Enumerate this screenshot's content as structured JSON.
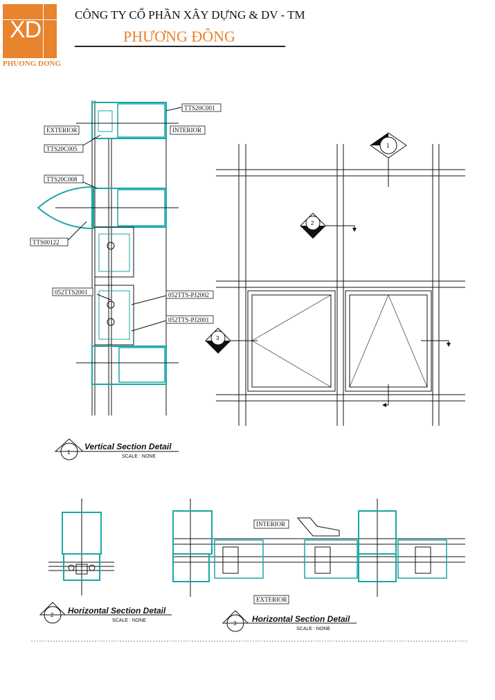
{
  "header": {
    "logo_text": "XD",
    "logo_subtitle": "PHUONG DONG",
    "company_line": "CÔNG TY CỔ PHẦN XÂY DỰNG & DV - TM",
    "brand_name": "PHƯƠNG ĐÔNG",
    "brand_color": "#e8832e"
  },
  "vertical_section": {
    "labels": {
      "tts20c001": "TTS20C001",
      "exterior": "EXTERIOR",
      "interior": "INTERIOR",
      "tts20c005": "TTS20C005",
      "tts20c008": "TTS20C008",
      "tts00122": "TTS00122",
      "p052tts2001": "052TTS2001",
      "pj2002": "052TTS-PJ2002",
      "pj2001": "052TTS-PJ2001"
    },
    "title": "Vertical Section Detail",
    "scale": "SCALE  : NONE",
    "marker": "1"
  },
  "elevation": {
    "markers": [
      "1",
      "2",
      "3"
    ]
  },
  "horizontal_section_2": {
    "title": "Horizontal Section Detail",
    "scale": "SCALE  : NONE",
    "marker": "2"
  },
  "horizontal_section_3": {
    "title": "Horizontal Section Detail",
    "scale": "SCALE  : NONE",
    "marker": "3",
    "interior_label": "INTERIOR",
    "exterior_label": "EXTERIOR"
  },
  "colors": {
    "profile": "#1aa6a6",
    "line": "#111111"
  }
}
